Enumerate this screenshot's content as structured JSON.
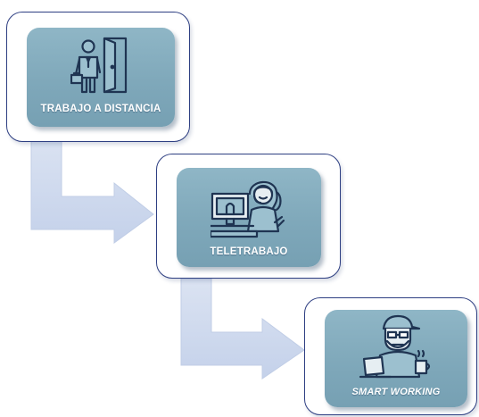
{
  "steps": [
    {
      "label": "TRABAJO A DISTANCIA",
      "icon": "person-door-icon"
    },
    {
      "label": "TELETRABAJO",
      "icon": "woman-computer-icon"
    },
    {
      "label": "SMART WORKING",
      "icon": "man-laptop-coffee-icon"
    }
  ],
  "colors": {
    "frame_border": "#2e3f82",
    "tile": "#7fa8ba",
    "arrow": "#c9d5ea",
    "icon_line": "#1f3452",
    "label": "#ffffff"
  }
}
